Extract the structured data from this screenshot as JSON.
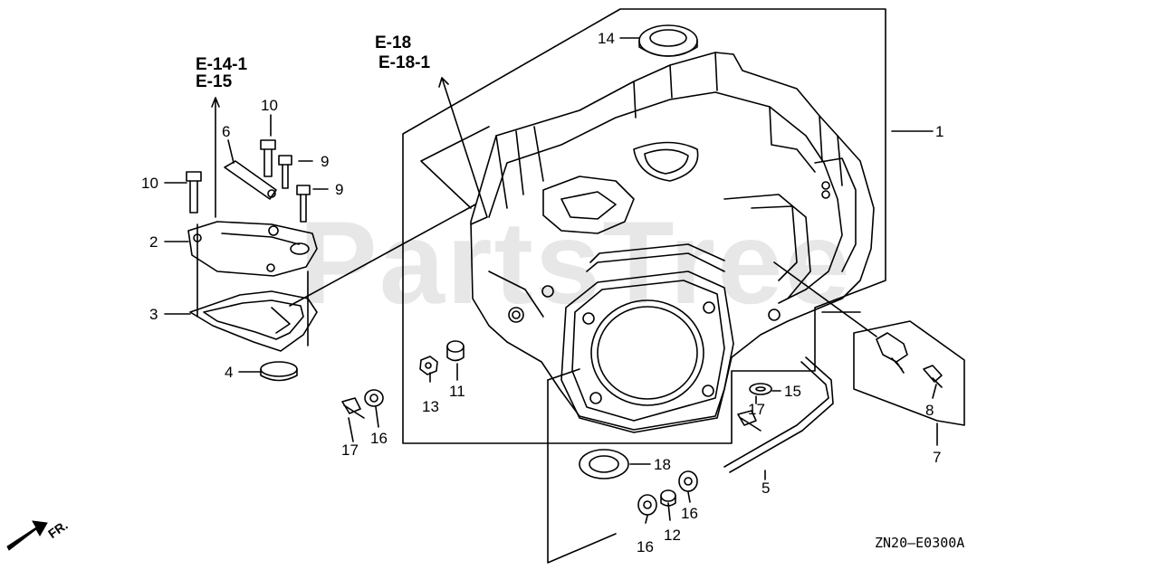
{
  "watermark": "PartsTree",
  "diagram_code": "ZN20—E0300A",
  "direction_marker": "FR.",
  "refs": {
    "e14_1": "E-14-1",
    "e15": "E-15",
    "e18": "E-18",
    "e18_1": "E-18-1"
  },
  "callouts": {
    "n1": "1",
    "n2": "2",
    "n3": "3",
    "n4": "4",
    "n5": "5",
    "n6": "6",
    "n7": "7",
    "n8": "8",
    "n9a": "9",
    "n9b": "9",
    "n10a": "10",
    "n10b": "10",
    "n11": "11",
    "n12": "12",
    "n13": "13",
    "n14": "14",
    "n15": "15",
    "n16a": "16",
    "n16b": "16",
    "n16c": "16",
    "n17a": "17",
    "n17b": "17",
    "n18": "18"
  }
}
